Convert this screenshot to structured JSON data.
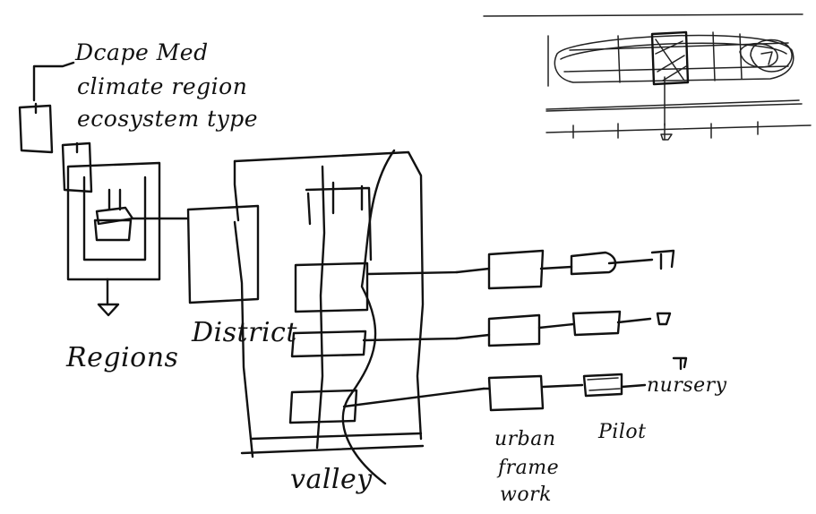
{
  "labels": {
    "dcape_med": "Dcape Med",
    "climate_region": "climate region",
    "ecosystem_type": "ecosystem type",
    "regions": "Regions",
    "district": "District",
    "valley": "valley",
    "urban_frame": [
      "urban",
      "frame",
      "work"
    ],
    "pilot": "Pilot",
    "nursery": "nursery"
  },
  "colors": {
    "ink": "#111111",
    "paper": "#ffffff"
  }
}
